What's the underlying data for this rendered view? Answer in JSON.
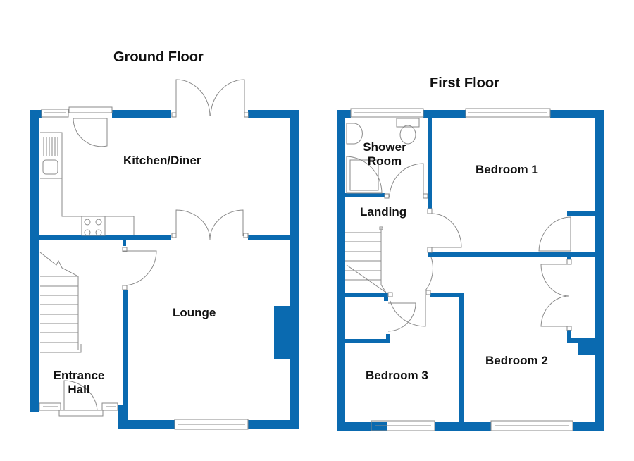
{
  "colors": {
    "wall": "#0a6ab0",
    "wall_edge": "#0a4f86",
    "line": "#8a8a8a",
    "background": "#ffffff",
    "text": "#111111"
  },
  "ground_floor": {
    "title": "Ground Floor",
    "rooms": [
      {
        "id": "kitchen",
        "label": "Kitchen/Diner"
      },
      {
        "id": "lounge",
        "label": "Lounge"
      },
      {
        "id": "entrance",
        "label_line1": "Entrance",
        "label_line2": "Hall"
      }
    ]
  },
  "first_floor": {
    "title": "First Floor",
    "rooms": [
      {
        "id": "shower",
        "label_line1": "Shower",
        "label_line2": "Room"
      },
      {
        "id": "bedroom1",
        "label": "Bedroom 1"
      },
      {
        "id": "landing",
        "label": "Landing"
      },
      {
        "id": "bedroom3",
        "label": "Bedroom 3"
      },
      {
        "id": "bedroom2",
        "label": "Bedroom 2"
      }
    ]
  },
  "icons": [
    "window-icon",
    "door-swing-icon",
    "french-doors-icon",
    "staircase-icon",
    "sink-icon",
    "hob-icon",
    "toilet-icon",
    "basin-icon",
    "shower-tray-icon",
    "chimney-breast-icon",
    "cupboard-icon"
  ]
}
